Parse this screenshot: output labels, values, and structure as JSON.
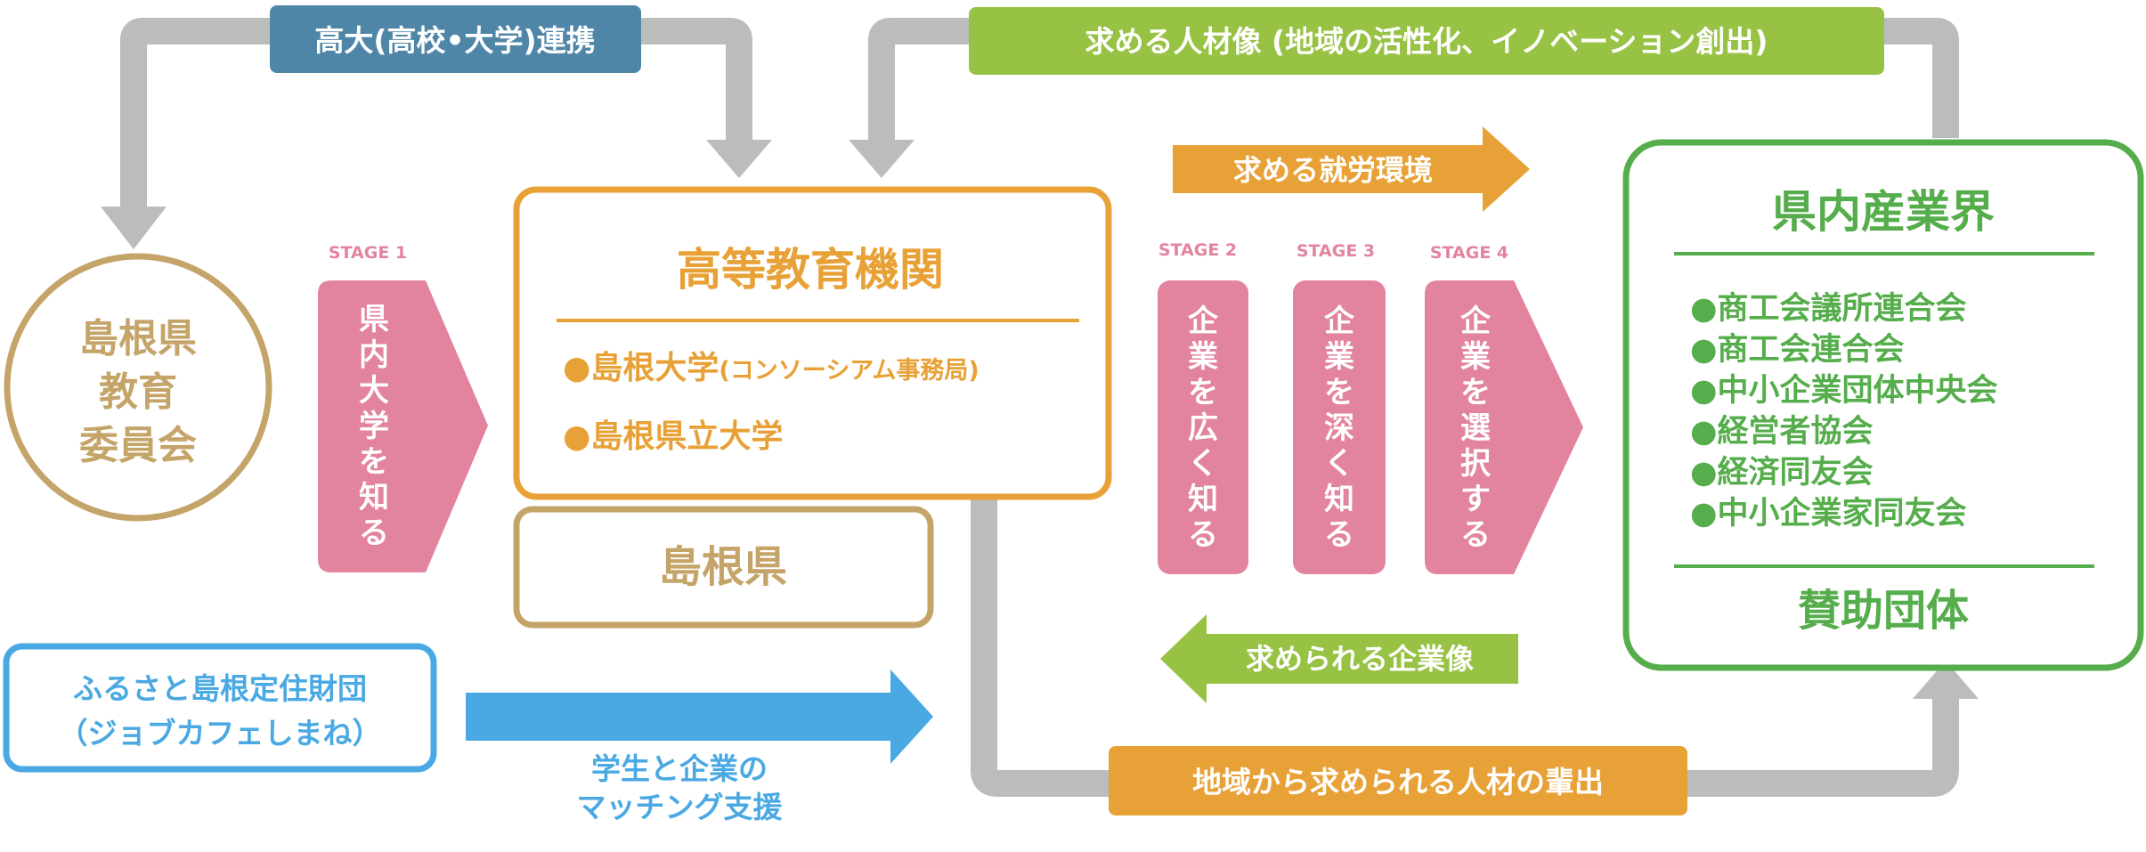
{
  "labels": {
    "koudai": "高大(高校•大学)連携",
    "jinzai": "求める人材像 (地域の活性化、イノベーション創出)",
    "shuro": "求める就労環境",
    "motomerareru": "求められる企業像",
    "chiiki": "地域から求められる人材の輩出",
    "matching_1": "学生と企業の",
    "matching_2": "マッチング支援"
  },
  "board": {
    "line1": "島根県",
    "line2": "教育",
    "line3": "委員会"
  },
  "higher_ed": {
    "title": "高等教育機関",
    "item1_main": "●島根大学",
    "item1_sub": "(コンソーシアム事務局)",
    "item2": "●島根県立大学"
  },
  "prefecture": "島根県",
  "furusato": {
    "line1": "ふるさと島根定住財団",
    "line2": "（ジョブカフェしまね）"
  },
  "stages": [
    {
      "label": "STAGE 1",
      "text": [
        "県",
        "内",
        "大",
        "学",
        "を",
        "知",
        "る"
      ]
    },
    {
      "label": "STAGE 2",
      "text": [
        "企",
        "業",
        "を",
        "広",
        "く",
        "知",
        "る"
      ]
    },
    {
      "label": "STAGE 3",
      "text": [
        "企",
        "業",
        "を",
        "深",
        "く",
        "知",
        "る"
      ]
    },
    {
      "label": "STAGE 4",
      "text": [
        "企",
        "業",
        "を",
        "選",
        "択",
        "す",
        "る"
      ]
    }
  ],
  "industry": {
    "title": "県内産業界",
    "items": [
      "●商工会議所連合会",
      "●商工会連合会",
      "●中小企業団体中央会",
      "●経営者協会",
      "●経済同友会",
      "●中小企業家同友会"
    ],
    "footer": "賛助団体"
  },
  "colors": {
    "gray": "#bcbcbc",
    "blue_dark": "#4f86a8",
    "green_light": "#97c243",
    "orange": "#e8a136",
    "tan": "#c4a468",
    "pink": "#e3849f",
    "green": "#55ad4b",
    "sky": "#4aa9e3"
  }
}
